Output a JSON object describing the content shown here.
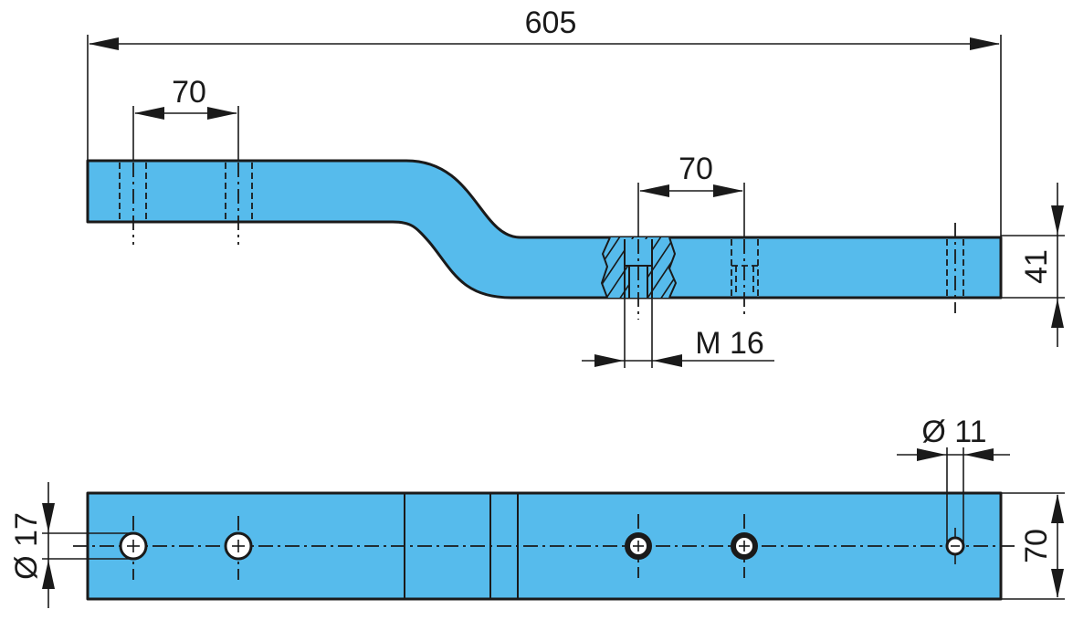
{
  "drawing": {
    "title": "Bent flat bar with holes — technical drawing",
    "fill_color": "#56bbec",
    "line_color": "#1a1a1a",
    "side_view": {
      "overall_length": "605",
      "left_hole_spacing": "70",
      "right_hole_spacing": "70",
      "thickness": "41",
      "thread": "M 16"
    },
    "top_view": {
      "large_hole_diameter": "Ø 17",
      "small_hole_diameter": "Ø 11",
      "width": "70"
    }
  }
}
